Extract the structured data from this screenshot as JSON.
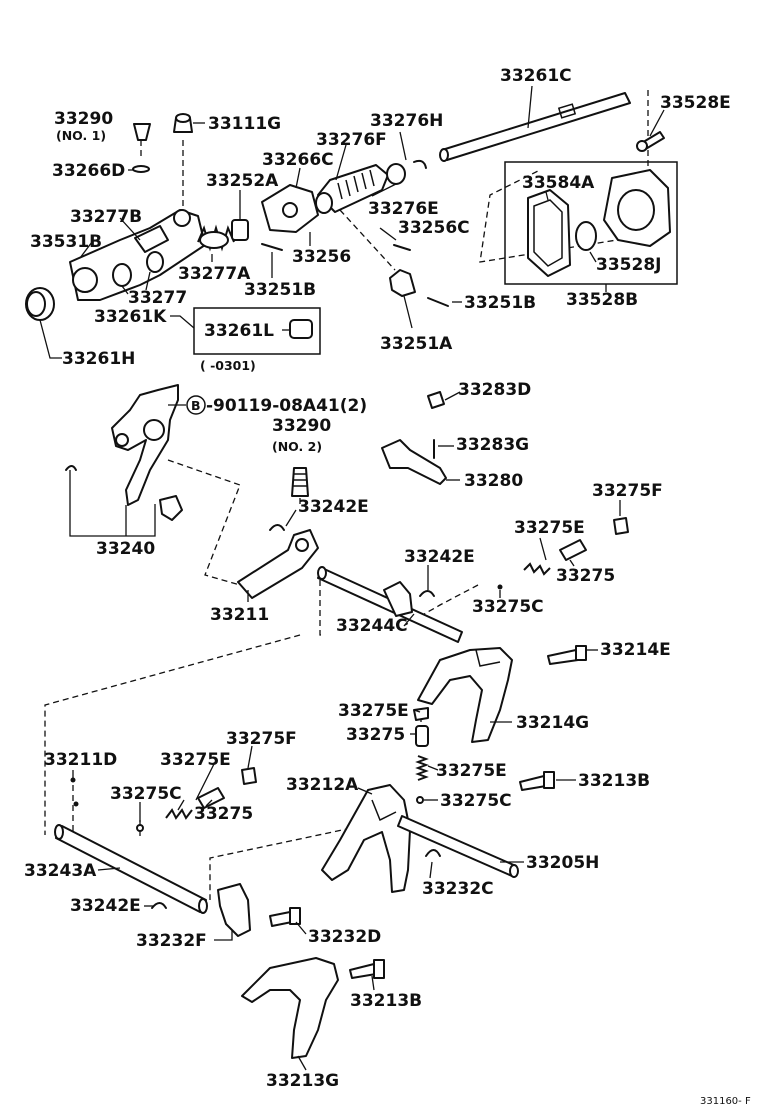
{
  "diagram_code": "331160- F",
  "labels": {
    "l33290a": "33290",
    "l33290a_sub": "(NO. 1)",
    "l33111G": "33111G",
    "l33266D": "33266D",
    "l33277B": "33277B",
    "l33531B": "33531B",
    "l33277": "33277",
    "l33261K": "33261K",
    "l33261H": "33261H",
    "l33252A": "33252A",
    "l33266C": "33266C",
    "l33276F": "33276F",
    "l33276H": "33276H",
    "l33276E": "33276E",
    "l33277A": "33277A",
    "l33256": "33256",
    "l33256C": "33256C",
    "l33251B_a": "33251B",
    "l33251B_b": "33251B",
    "l33251A": "33251A",
    "l33261L": "33261L",
    "l0301": "(      -0301)",
    "l33261C": "33261C",
    "l33528E": "33528E",
    "l33584A": "33584A",
    "l33528J": "33528J",
    "l33528B": "33528B",
    "l90119": "-90119-08A41(2)",
    "circleB": "B",
    "l33283D": "33283D",
    "l33290b": "33290",
    "l33290b_sub": "(NO. 2)",
    "l33283G": "33283G",
    "l33280": "33280",
    "l33240": "33240",
    "l33242E_a": "33242E",
    "l33275F_a": "33275F",
    "l33275E_a": "33275E",
    "l33242E_b": "33242E",
    "l33275_a": "33275",
    "l33275C_a": "33275C",
    "l33211": "33211",
    "l33244C": "33244C",
    "l33214E": "33214E",
    "l33275E_b": "33275E",
    "l33214G": "33214G",
    "l33275_b": "33275",
    "l33275F_b": "33275F",
    "l33211D": "33211D",
    "l33275E_c": "33275E",
    "l33275E_d": "33275E",
    "l33212A": "33212A",
    "l33213B_a": "33213B",
    "l33275C_b": "33275C",
    "l33275C_c": "33275C",
    "l33275_c": "33275",
    "l33205H": "33205H",
    "l33243A": "33243A",
    "l33232C": "33232C",
    "l33242E_c": "33242E",
    "l33232F": "33232F",
    "l33232D": "33232D",
    "l33213B_b": "33213B",
    "l33213G": "33213G"
  }
}
